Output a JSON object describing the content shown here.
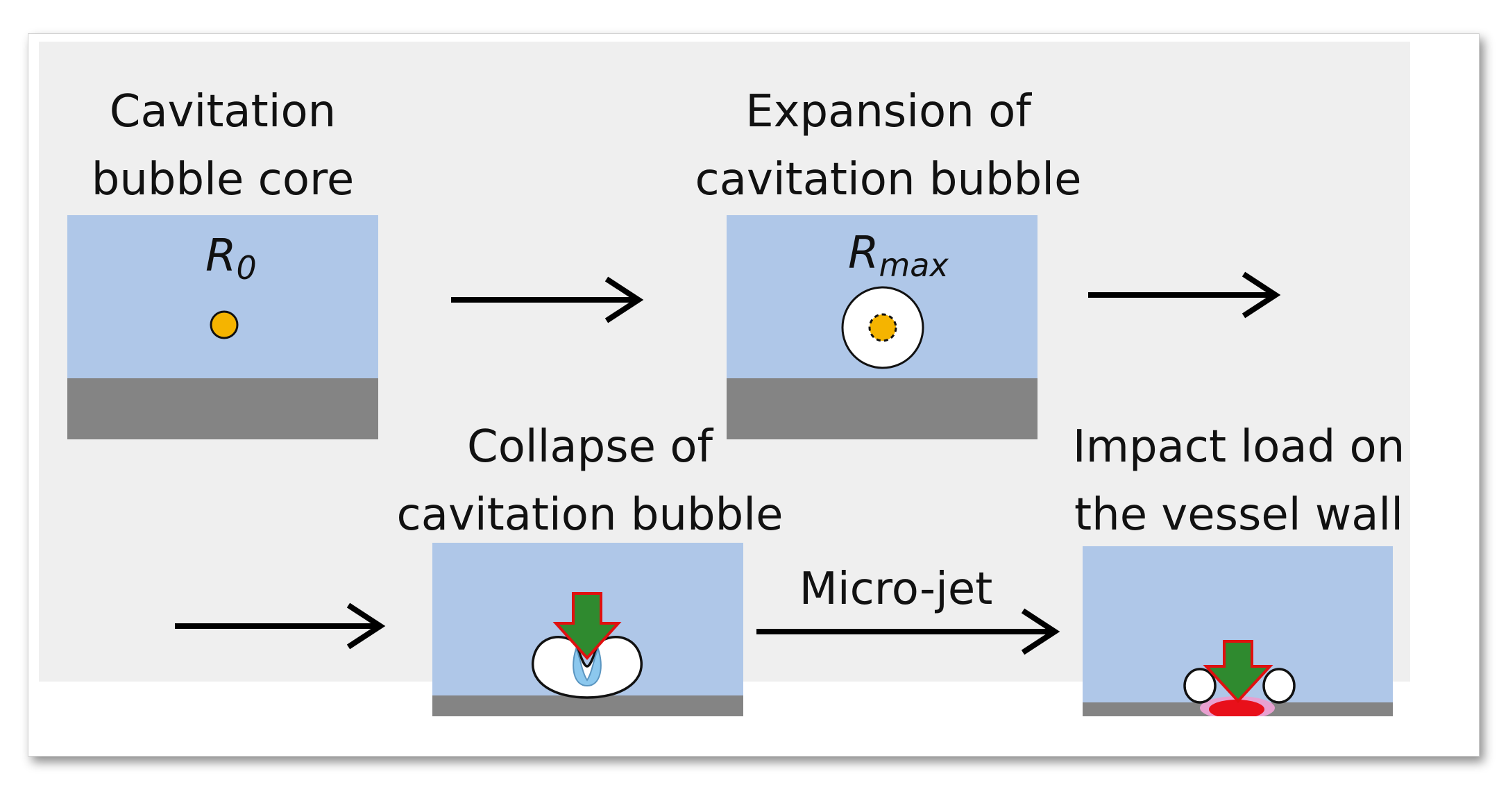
{
  "stages": [
    {
      "title_line1": "Cavitation",
      "title_line2": "bubble core",
      "symbol": "R",
      "subscript": "0"
    },
    {
      "title_line1": "Expansion of",
      "title_line2": "cavitation bubble",
      "symbol": "R",
      "subscript": "max"
    },
    {
      "title_line1": "Collapse of",
      "title_line2": "cavitation bubble"
    },
    {
      "title_line1": "Impact load on",
      "title_line2": "the vessel wall"
    }
  ],
  "arrows": {
    "microjet_label": "Micro-jet"
  },
  "colors": {
    "background": "#efefef",
    "liquid": "#afc7e8",
    "wall": "#848484",
    "bubble_core": "#f5b400",
    "jet_arrow": "#2f8a2f",
    "jet_outline": "#e01010",
    "impact": "#e8101a",
    "impact_halo": "#e8a0d0",
    "microjet_water": "#8cc8ee"
  }
}
